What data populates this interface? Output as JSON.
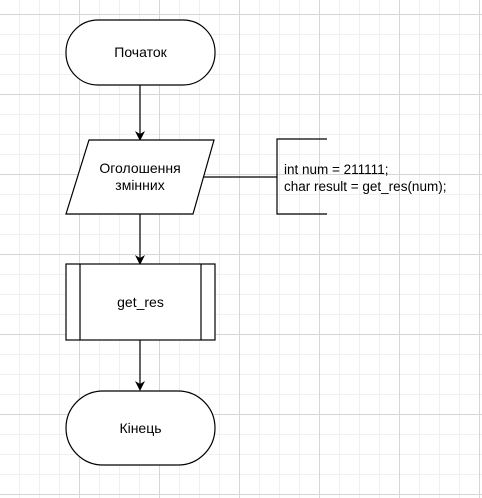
{
  "nodes": {
    "start": {
      "label": "Початок"
    },
    "declare": {
      "label_line1": "Оголошення",
      "label_line2": "змінних"
    },
    "process": {
      "label": "get_res"
    },
    "end": {
      "label": "Кінець"
    }
  },
  "annotation": {
    "line1": "int num = 211111;",
    "line2": "char result = get_res(num);"
  }
}
